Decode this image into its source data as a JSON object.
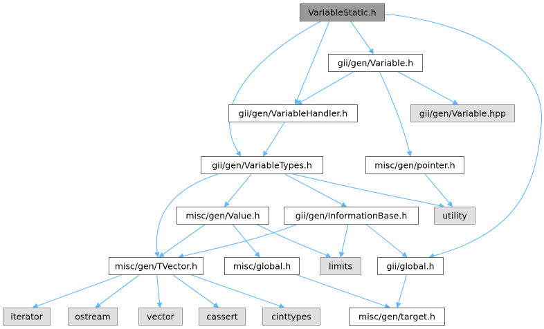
{
  "colors": {
    "edge": "#63b8ff",
    "root_fill": "#999999",
    "root_stroke": "#666666",
    "file_fill": "#ffffff",
    "file_stroke": "#666666",
    "system_fill": "#e0e0e0",
    "system_stroke": "#999999"
  },
  "nodes": {
    "variable_static": {
      "label": "VariableStatic.h",
      "kind": "root"
    },
    "variable_h": {
      "label": "gii/gen/Variable.h",
      "kind": "file"
    },
    "variable_handler": {
      "label": "gii/gen/VariableHandler.h",
      "kind": "file"
    },
    "variable_hpp": {
      "label": "gii/gen/Variable.hpp",
      "kind": "system"
    },
    "variable_types": {
      "label": "gii/gen/VariableTypes.h",
      "kind": "file"
    },
    "pointer": {
      "label": "misc/gen/pointer.h",
      "kind": "file"
    },
    "value": {
      "label": "misc/gen/Value.h",
      "kind": "file"
    },
    "information_base": {
      "label": "gii/gen/InformationBase.h",
      "kind": "file"
    },
    "utility": {
      "label": "utility",
      "kind": "system"
    },
    "tvector": {
      "label": "misc/gen/TVector.h",
      "kind": "file"
    },
    "misc_global": {
      "label": "misc/global.h",
      "kind": "file"
    },
    "limits": {
      "label": "limits",
      "kind": "system"
    },
    "gii_global": {
      "label": "gii/global.h",
      "kind": "file"
    },
    "iterator": {
      "label": "iterator",
      "kind": "system"
    },
    "ostream": {
      "label": "ostream",
      "kind": "system"
    },
    "vector": {
      "label": "vector",
      "kind": "system"
    },
    "cassert": {
      "label": "cassert",
      "kind": "system"
    },
    "cinttypes": {
      "label": "cinttypes",
      "kind": "system"
    },
    "target": {
      "label": "misc/gen/target.h",
      "kind": "file"
    }
  }
}
